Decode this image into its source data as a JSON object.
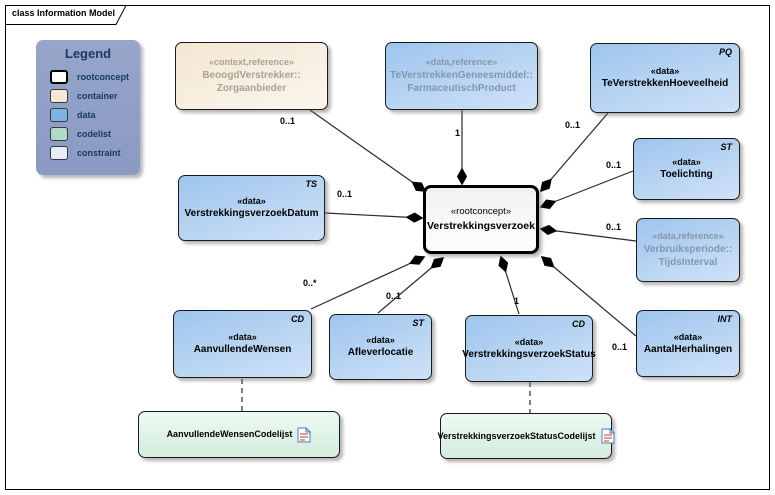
{
  "diagram": {
    "title": "class Information Model"
  },
  "legend": {
    "title": "Legend",
    "items": [
      {
        "label": "rootconcept",
        "color": "#ffffff"
      },
      {
        "label": "container",
        "color": "#f6e8d5"
      },
      {
        "label": "data",
        "color": "#7fb2e5"
      },
      {
        "label": "codelist",
        "color": "#aedcc3"
      },
      {
        "label": "constraint",
        "color": "#e9ebf9"
      }
    ]
  },
  "nodes": {
    "zorgaanbieder": {
      "stereotype": "«context,reference»",
      "name_line1": "BeoogdVerstrekker::",
      "name_line2": "Zorgaanbieder"
    },
    "farmaceutisch_product": {
      "stereotype": "«data,reference»",
      "name_line1": "TeVerstrekkenGeneesmiddel::",
      "name_line2": "FarmaceutischProduct"
    },
    "te_verstrekken_hoeveelheid": {
      "stereotype": "«data»",
      "name": "TeVerstrekkenHoeveelheid",
      "datatype": "PQ"
    },
    "toelichting": {
      "stereotype": "«data»",
      "name": "Toelichting",
      "datatype": "ST"
    },
    "tijdsinterval": {
      "stereotype": "«data,reference»",
      "name_line1": "Verbruiksperiode::",
      "name_line2": "TijdsInterval"
    },
    "aantal_herhalingen": {
      "stereotype": "«data»",
      "name": "AantalHerhalingen",
      "datatype": "INT"
    },
    "verstrekkingsverzoek_datum": {
      "stereotype": "«data»",
      "name": "VerstrekkingsverzoekDatum",
      "datatype": "TS"
    },
    "verstrekkingsverzoek": {
      "stereotype": "«rootconcept»",
      "name": "Verstrekkingsverzoek"
    },
    "aanvullende_wensen": {
      "stereotype": "«data»",
      "name": "AanvullendeWensen",
      "datatype": "CD"
    },
    "afleverlocatie": {
      "stereotype": "«data»",
      "name": "Afleverlocatie",
      "datatype": "ST"
    },
    "verstrekkingsverzoek_status": {
      "stereotype": "«data»",
      "name": "VerstrekkingsverzoekStatus",
      "datatype": "CD"
    },
    "aanvullende_wensen_codelijst": {
      "name": "AanvullendeWensenCodelijst"
    },
    "verstrekkingsverzoek_status_codelijst": {
      "name": "VerstrekkingsverzoekStatusCodelijst"
    }
  },
  "multiplicities": {
    "zorgaanbieder": "0..1",
    "farmaceutisch_product": "1",
    "te_verstrekken_hoeveelheid": "0..1",
    "toelichting": "0..1",
    "tijdsinterval": "0..1",
    "aantal_herhalingen": "0..1",
    "verstrekkingsverzoek_datum": "0..1",
    "aanvullende_wensen": "0..*",
    "afleverlocatie": "0..1",
    "verstrekkingsverzoek_status": "1"
  }
}
